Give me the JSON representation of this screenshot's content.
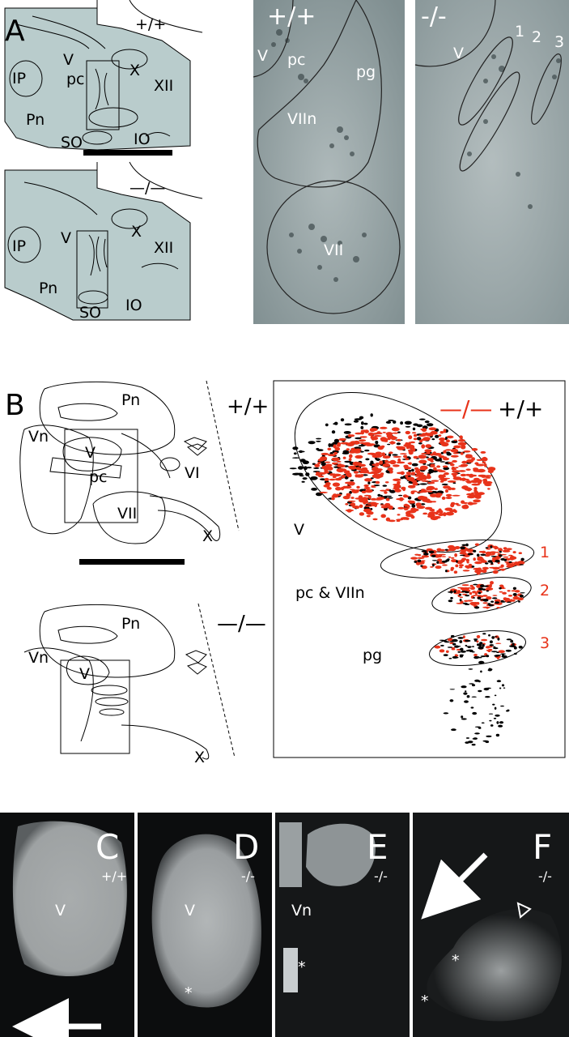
{
  "panels": {
    "A": {
      "letter": "A",
      "schematic_top": {
        "genotype": "+/+",
        "regions": [
          "IP",
          "V",
          "pc",
          "X",
          "XII",
          "Pn",
          "SO",
          "IO"
        ]
      },
      "schematic_bottom": {
        "genotype": "—/—",
        "regions": [
          "IP",
          "V",
          "X",
          "XII",
          "Pn",
          "SO",
          "IO"
        ]
      },
      "micrograph_wt": {
        "genotype": "+/+",
        "regions": [
          "V",
          "pc",
          "pg",
          "VIIn",
          "VII"
        ]
      },
      "micrograph_ko": {
        "genotype": "-/-",
        "regions": [
          "V",
          "1",
          "2",
          "3"
        ]
      }
    },
    "B": {
      "letter": "B",
      "schematic_top": {
        "genotype": "+/+",
        "regions": [
          "Pn",
          "Vn",
          "V",
          "pc",
          "VI",
          "VII",
          "X"
        ]
      },
      "schematic_bottom": {
        "genotype": "—/—",
        "regions": [
          "Pn",
          "Vn",
          "V",
          "X"
        ]
      },
      "overlay": {
        "legend_ko": "—/—",
        "legend_wt": "+/+",
        "regions": [
          "V",
          "pc & VIIn",
          "pg"
        ],
        "numbers": [
          "1",
          "2",
          "3"
        ],
        "colors": {
          "ko": "#e8331a",
          "wt": "#000000"
        }
      }
    },
    "C": {
      "letter": "C",
      "genotype": "+/+",
      "region": "V"
    },
    "D": {
      "letter": "D",
      "genotype": "-/-",
      "region": "V",
      "marker": "*"
    },
    "E": {
      "letter": "E",
      "genotype": "-/-",
      "region": "Vn",
      "marker": "*"
    },
    "F": {
      "letter": "F",
      "genotype": "-/-",
      "marker1": "*",
      "marker2": "*"
    }
  }
}
